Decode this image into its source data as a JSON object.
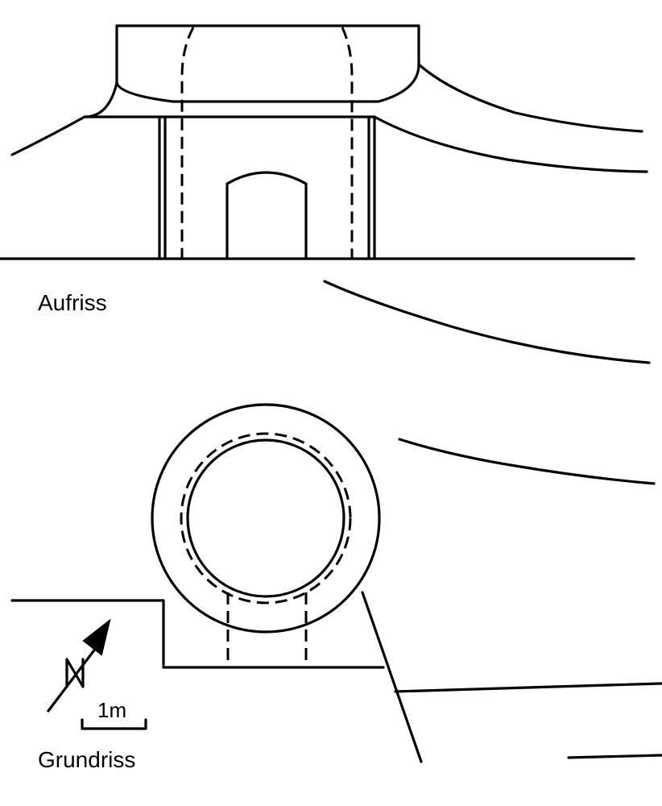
{
  "labels": {
    "elevation": "Aufriss",
    "plan": "Grundriss",
    "scale": "1m"
  },
  "icons": {
    "north_arrow": "north-arrow-icon",
    "scale_bar": "scale-bar-icon"
  },
  "colors": {
    "ink": "#000000",
    "background": "#ffffff"
  }
}
